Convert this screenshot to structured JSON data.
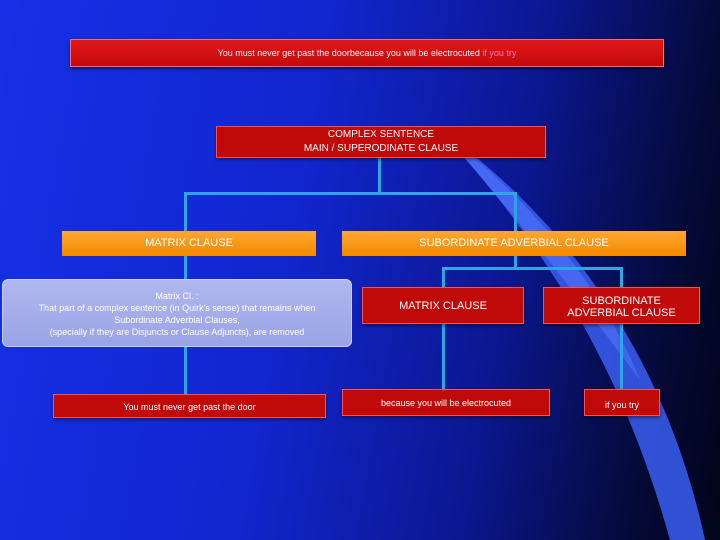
{
  "colors": {
    "connector": "#2ea6e6",
    "red_box": "#c00a0a",
    "orange_box": "#f28a00",
    "light_box": "#9aa3e6"
  },
  "top_sentence": {
    "part1": "You must never get past the door",
    "part2": "because you  will be electrocuted",
    "part3": "if you try"
  },
  "root": {
    "line1": "COMPLEX SENTENCE",
    "line2": "MAIN / SUPERODINATE CLAUSE"
  },
  "matrix_clause": "MATRIX CLAUSE",
  "subordinate_adverbial_clause": "SUBORDINATE  ADVERBIAL CLAUSE",
  "definition": {
    "line1": "Matrix Cl. :",
    "line2": "That part of a complex sentence (in Quirk's sense) that remains when",
    "line3": "Subordinate Adverbial Clauses,",
    "line4": "(specially if they are Disjuncts or Clause Adjuncts), are removed"
  },
  "sub_matrix_clause": "MATRIX CLAUSE",
  "sub_subordinate": {
    "line1": "SUBORDINATE",
    "line2": "ADVERBIAL CLAUSE"
  },
  "leaves": {
    "main": "You must never get past the door",
    "because": "because you will be electrocuted",
    "if": "if you try"
  }
}
